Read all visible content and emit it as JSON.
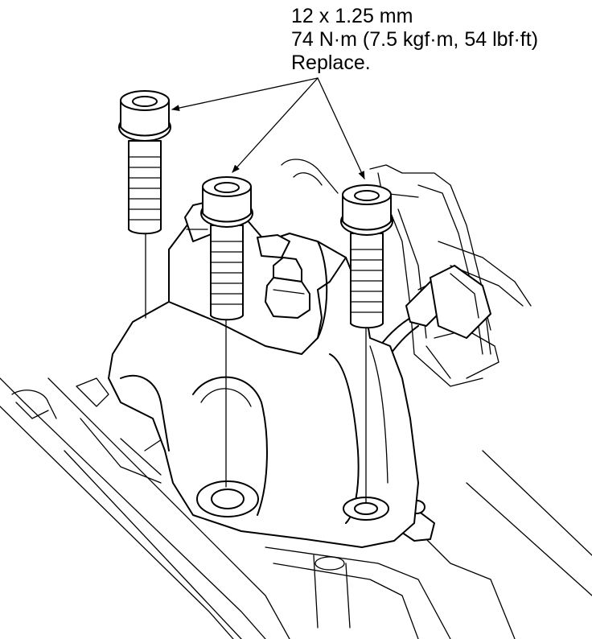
{
  "callout": {
    "line1": "12 x 1.25 mm",
    "line2": "74 N·m (7.5 kgf·m, 54 lbf·ft)",
    "line3": "Replace."
  },
  "colors": {
    "ink": "#000000",
    "paper": "#ffffff"
  }
}
